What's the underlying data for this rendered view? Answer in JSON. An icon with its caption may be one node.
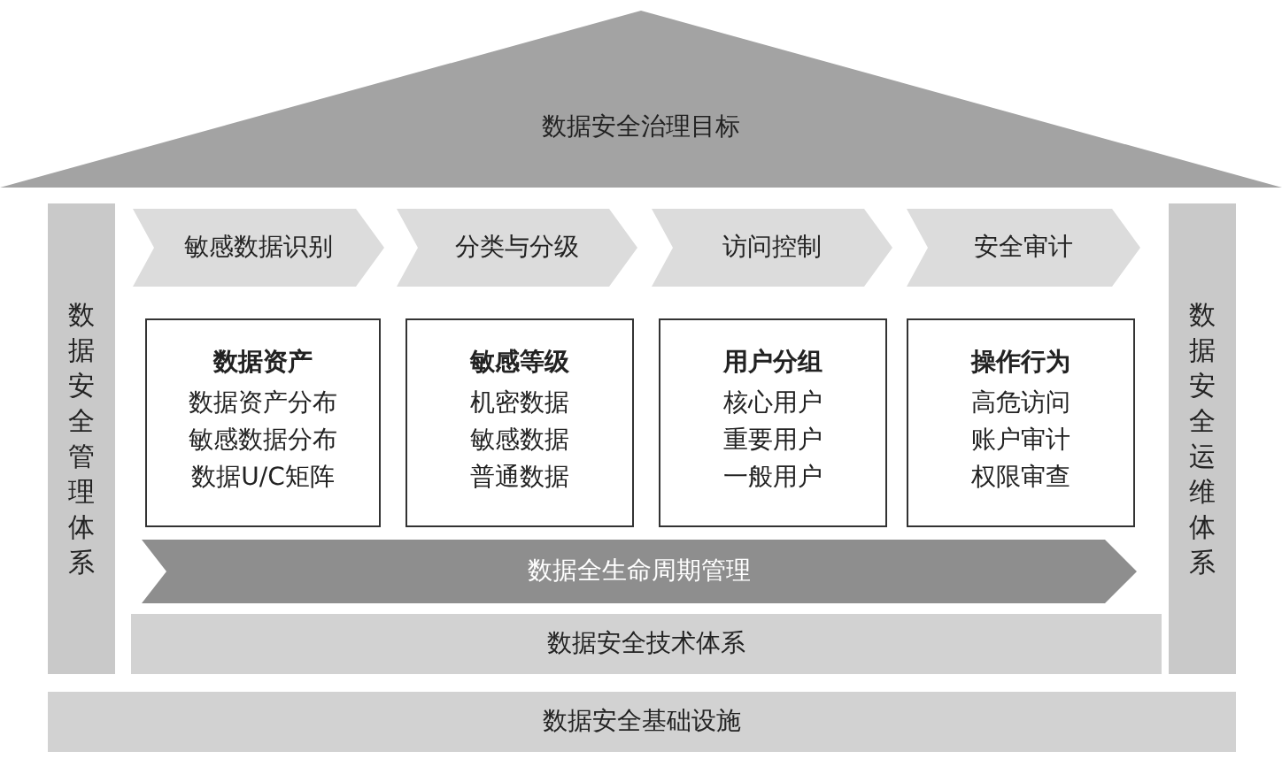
{
  "diagram": {
    "nodes": [
      {
        "text": [
          "数据安全治理目标"
        ]
      },
      {
        "text": [
          "数据安全管理体系"
        ]
      },
      {
        "text": [
          "数据安全运维体系"
        ]
      },
      {
        "text": [
          "敏感数据识别"
        ]
      },
      {
        "text": [
          "分类与分级"
        ]
      },
      {
        "text": [
          "访问控制"
        ]
      },
      {
        "text": [
          "安全审计"
        ]
      },
      {
        "text": [
          "数据资产",
          "数据资产分布",
          "敏感数据分布",
          "数据U/C矩阵"
        ]
      },
      {
        "text": [
          "敏感等级",
          "机密数据",
          "敏感数据",
          "普通数据"
        ]
      },
      {
        "text": [
          "用户分组",
          "核心用户",
          "重要用户",
          "一般用户"
        ]
      },
      {
        "text": [
          "操作行为",
          "高危访问",
          "账户审计",
          "权限审查"
        ]
      },
      {
        "text": [
          "数据全生命周期管理"
        ]
      },
      {
        "text": [
          "数据安全技术体系"
        ]
      },
      {
        "text": [
          "数据安全基础设施"
        ]
      }
    ]
  }
}
